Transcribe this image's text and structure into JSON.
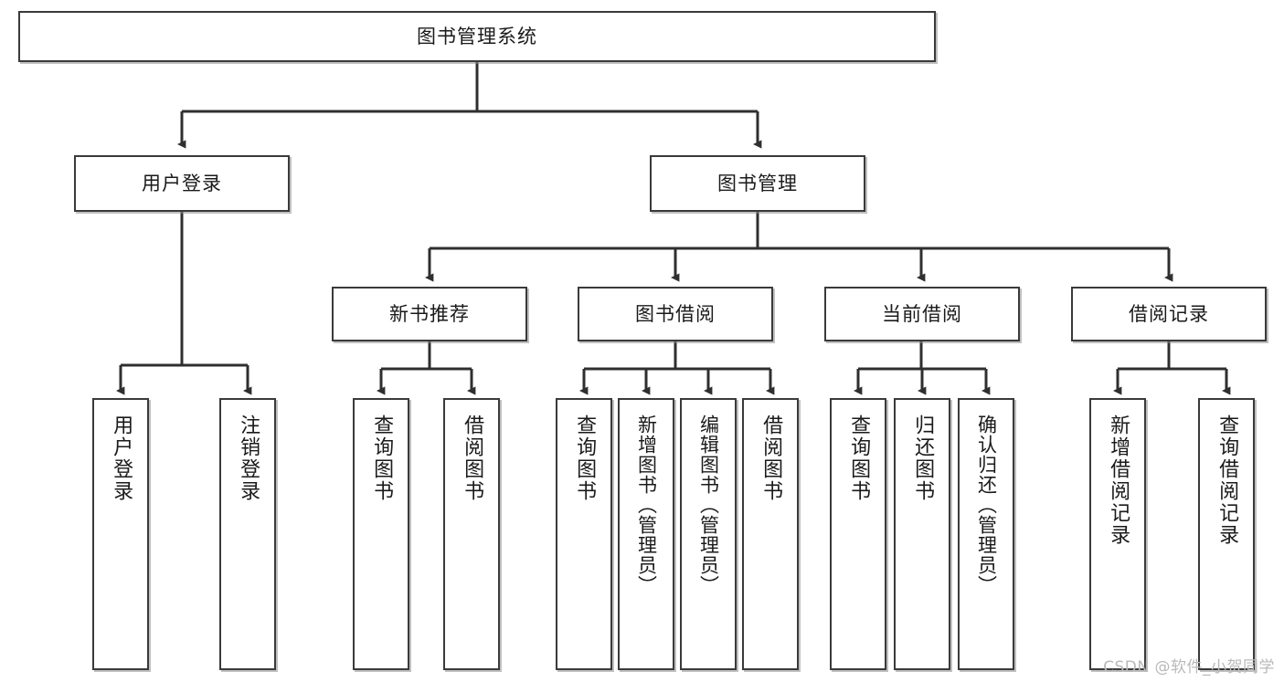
{
  "diagram": {
    "title": "图书管理系统",
    "type": "hierarchy-tree",
    "watermark": "CSDN @软件_小贺同学",
    "colors": {
      "box_border": "#3a3a3a",
      "box_fill": "#ffffff",
      "connector": "#2f2f2f",
      "text": "#1a1a1a",
      "watermark": "#b9b9b9"
    },
    "nodes": {
      "root": {
        "label": "图书管理系统"
      },
      "level2": [
        {
          "label": "用户登录"
        },
        {
          "label": "图书管理"
        }
      ],
      "level3": [
        {
          "label": "新书推荐"
        },
        {
          "label": "图书借阅"
        },
        {
          "label": "当前借阅"
        },
        {
          "label": "借阅记录"
        }
      ],
      "leaves": {
        "user_login": [
          {
            "label": "用户登录"
          },
          {
            "label": "注销登录"
          }
        ],
        "new_book": [
          {
            "label": "查询图书"
          },
          {
            "label": "借阅图书"
          }
        ],
        "borrow_book": [
          {
            "label": "查询图书"
          },
          {
            "label": "新增图书（管理员）"
          },
          {
            "label": "编辑图书（管理员）"
          },
          {
            "label": "借阅图书"
          }
        ],
        "current_borrow": [
          {
            "label": "查询图书"
          },
          {
            "label": "归还图书"
          },
          {
            "label": "确认归还（管理员）"
          }
        ],
        "borrow_record": [
          {
            "label": "新增借阅记录"
          },
          {
            "label": "查询借阅记录"
          }
        ]
      }
    }
  }
}
